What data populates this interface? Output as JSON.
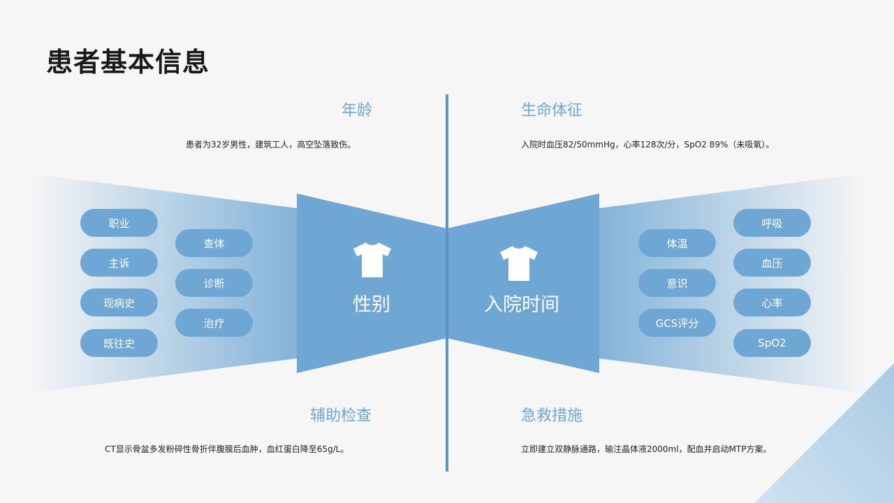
{
  "page": {
    "title": "患者基本信息"
  },
  "sections": {
    "age": {
      "heading": "年龄",
      "text": "患者为32岁男性，建筑工人，高空坠落致伤。"
    },
    "vitals": {
      "heading": "生命体征",
      "text": "入院时血压82/50mmHg，心率128次/分，SpO2 89%（未吸氧）。"
    },
    "aux": {
      "heading": "辅助检查",
      "text": "CT显示骨盆多发粉碎性骨折伴腹膜后血肿，血红蛋白降至65g/L。"
    },
    "rescue": {
      "heading": "急救措施",
      "text": "立即建立双静脉通路，输注晶体液2000ml，配血并启动MTP方案。"
    }
  },
  "center": {
    "left_label": "性别",
    "right_label": "入院时间"
  },
  "left_pills": {
    "col1": [
      "职业",
      "主诉",
      "现病史",
      "既往史"
    ],
    "col2": [
      "查体",
      "诊断",
      "治疗"
    ]
  },
  "right_pills": {
    "col1": [
      "体温",
      "意识",
      "GCS评分"
    ],
    "col2": [
      "呼吸",
      "血压",
      "心率",
      "SpO2"
    ]
  },
  "icons": {
    "left": "tshirt-icon",
    "right": "tshirt-icon"
  },
  "colors": {
    "accent": "#6ea7d3",
    "accent_dark": "#5b94c6",
    "title": "#1a1a1a",
    "background": "#f6f6f6"
  }
}
